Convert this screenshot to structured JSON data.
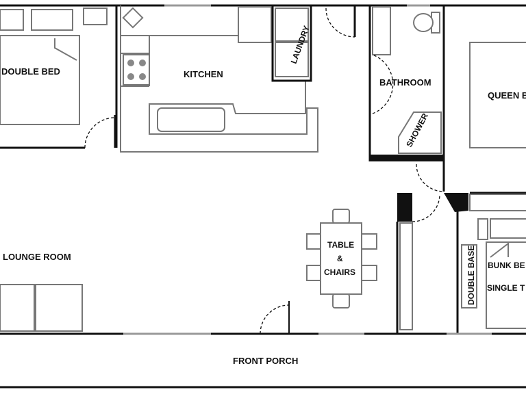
{
  "floor_plan": {
    "rooms": {
      "double_bed": "DOUBLE BED",
      "kitchen": "KITCHEN",
      "laundry": "LAUNDRY",
      "bathroom": "BATHROOM",
      "shower": "SHOWER",
      "queen_bed": "QUEEN B",
      "table_line1": "TABLE",
      "table_line2": "&",
      "table_line3": "CHAIRS",
      "lounge_room": "LOUNGE ROOM",
      "double_base": "DOUBLE BASE",
      "bunk_bed": "BUNK BE",
      "single": "SINGLE T",
      "front_porch": "FRONT PORCH"
    }
  }
}
